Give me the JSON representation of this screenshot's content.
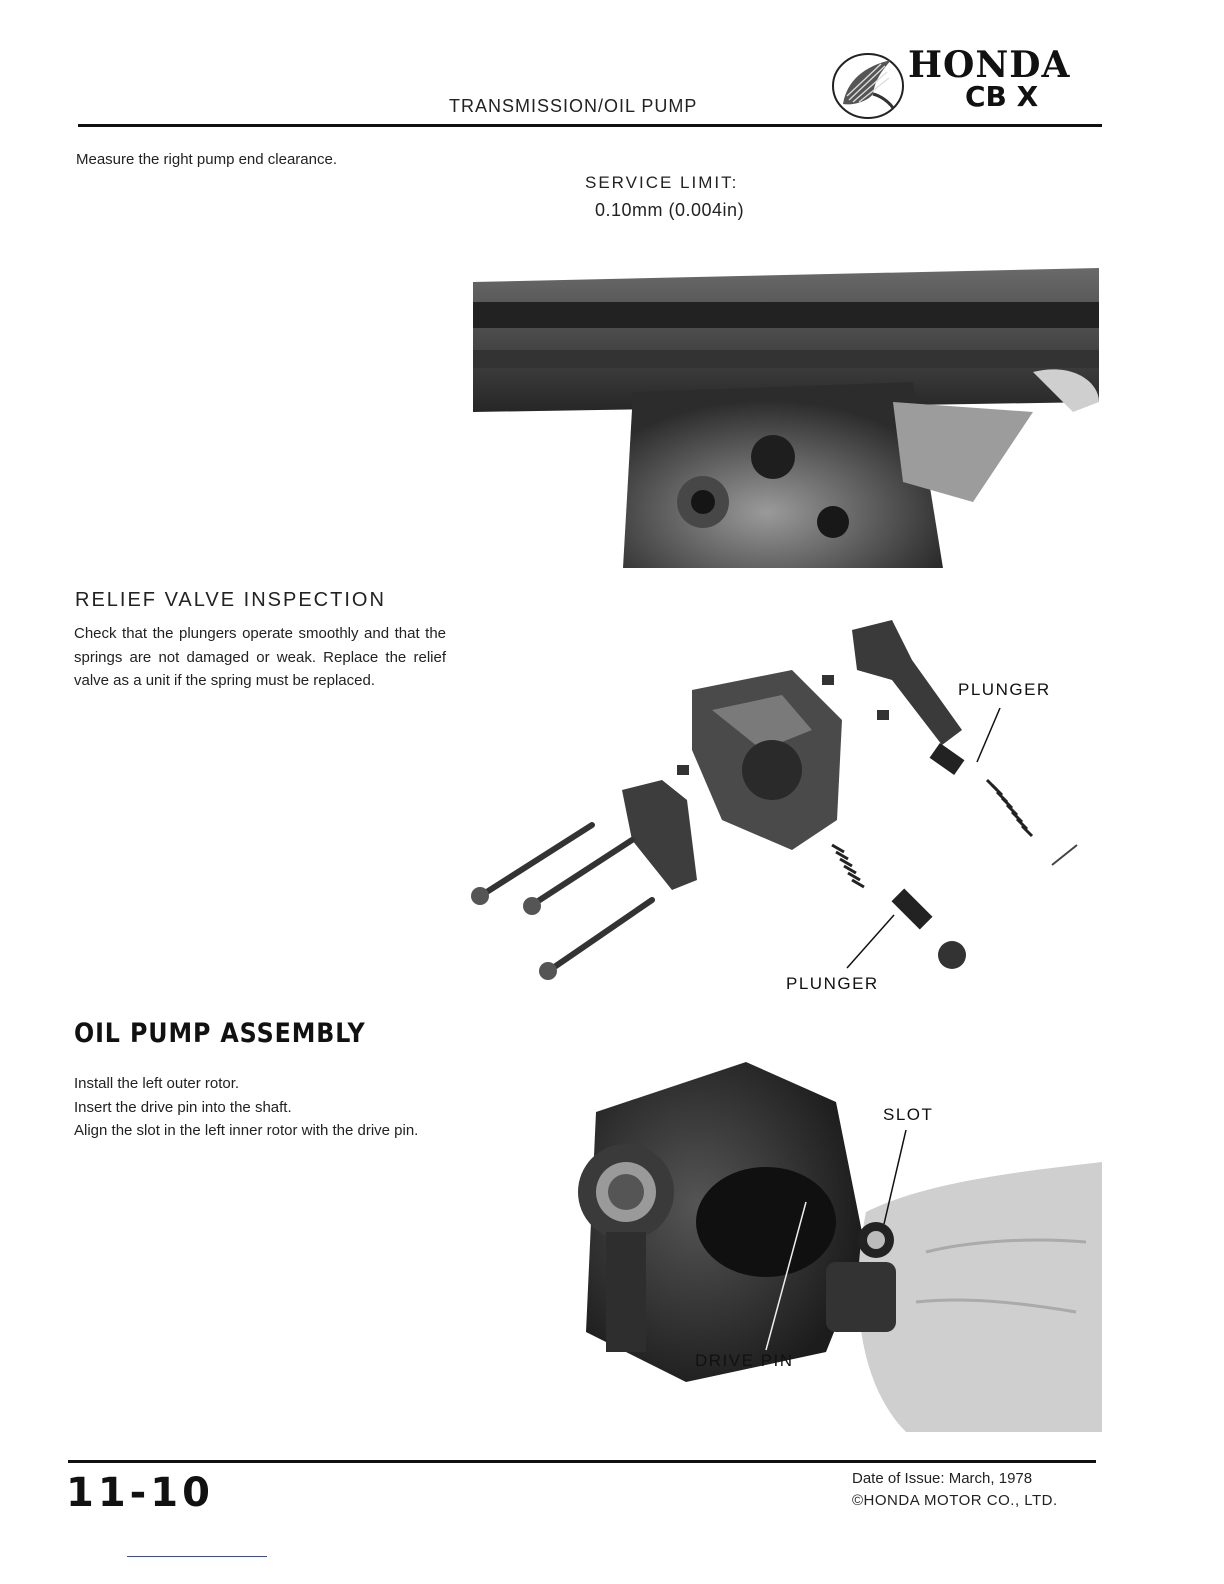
{
  "header": {
    "section_title": "TRANSMISSION/OIL PUMP",
    "brand": "HONDA",
    "model": "CB X"
  },
  "intro": {
    "text": "Measure the right pump end clearance.",
    "service_limit_label": "SERVICE LIMIT:",
    "service_limit_value": "0.10mm (0.004in)"
  },
  "relief_valve": {
    "heading": "RELIEF VALVE INSPECTION",
    "text": "Check that the plungers operate smoothly and that the springs are not damaged or weak. Replace the relief valve as a unit if the spring must be replaced.",
    "callouts": [
      "PLUNGER",
      "PLUNGER"
    ]
  },
  "assembly": {
    "heading": "OIL PUMP ASSEMBLY",
    "lines": [
      "Install the left outer rotor.",
      "Insert the drive pin into the shaft.",
      "Align the slot in the left inner rotor with the drive pin."
    ],
    "callouts": {
      "slot": "SLOT",
      "drive_pin": "DRIVE PIN"
    }
  },
  "footer": {
    "page_number": "11-10",
    "issue_date": "Date of Issue: March, 1978",
    "copyright": "©HONDA MOTOR CO., LTD."
  }
}
